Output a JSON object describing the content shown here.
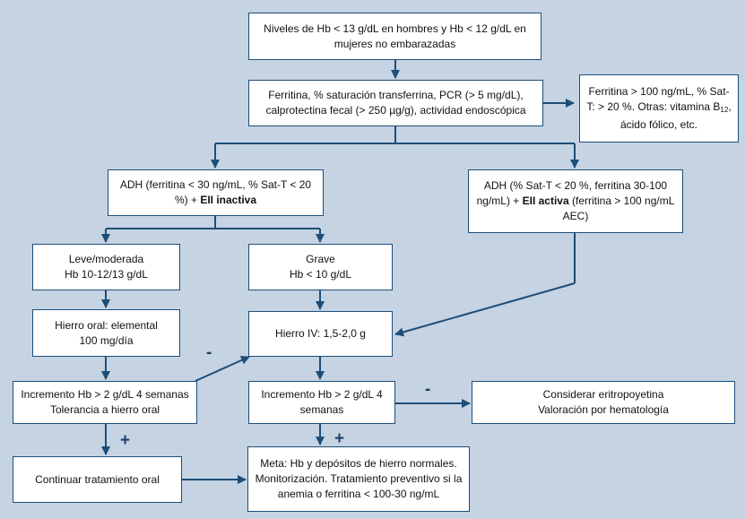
{
  "colors": {
    "background": "#c5d3e3",
    "box_fill": "#ffffff",
    "box_border": "#1c4e78",
    "arrow": "#1c4e78"
  },
  "nodes": {
    "start": "Niveles de Hb < 13 g/dL en hombres y Hb < 12 g/dL en mujeres no embarazadas",
    "tests": "Ferritina, % saturación transferrina, PCR (> 5 mg/dL), calprotectina fecal (> 250 µg/g), actividad endoscópica",
    "other": {
      "part1": "Ferritina > 100 ng/mL, % Sat-T: > 20 %. Otras: vitamina B",
      "subscript": "12",
      "part2": ", ácido fólico, etc."
    },
    "adh_inactive": {
      "text": "ADH (ferritina < 30 ng/mL, % Sat-T < 20 %) + ",
      "bold": "EII inactiva"
    },
    "adh_active": {
      "text_before": "ADH (% Sat-T < 20 %, ferritina 30-100 ng/mL) + ",
      "bold": "EII activa",
      "text_after": " (ferritina > 100 ng/mL AEC)"
    },
    "mild": {
      "line1": "Leve/moderada",
      "line2": "Hb 10-12/13 g/dL"
    },
    "severe": {
      "line1": "Grave",
      "line2": "Hb < 10 g/dL"
    },
    "oral_iron": {
      "line1": "Hierro oral: elemental",
      "line2": "100 mg/día"
    },
    "iv_iron": "Hierro IV: 1,5-2,0 g",
    "increase_oral": {
      "line1": "Incremento Hb > 2 g/dL 4 semanas",
      "line2": "Tolerancia a hierro oral"
    },
    "increase_iv": {
      "line1": "Incremento Hb > 2 g/dL 4",
      "line2": "semanas"
    },
    "epo": {
      "line1": "Considerar eritropoyetina",
      "line2": "Valoración por hematología"
    },
    "continue_oral": "Continuar tratamiento oral",
    "goal": {
      "line1": "Meta: Hb y depósitos de hierro normales.",
      "line2": "Monitorización. Tratamiento preventivo si la",
      "line3": "anemia o ferritina < 100-30 ng/mL"
    }
  },
  "signs": {
    "oral_fail": "-",
    "oral_success": "+",
    "iv_fail": "-",
    "iv_success": "+"
  }
}
